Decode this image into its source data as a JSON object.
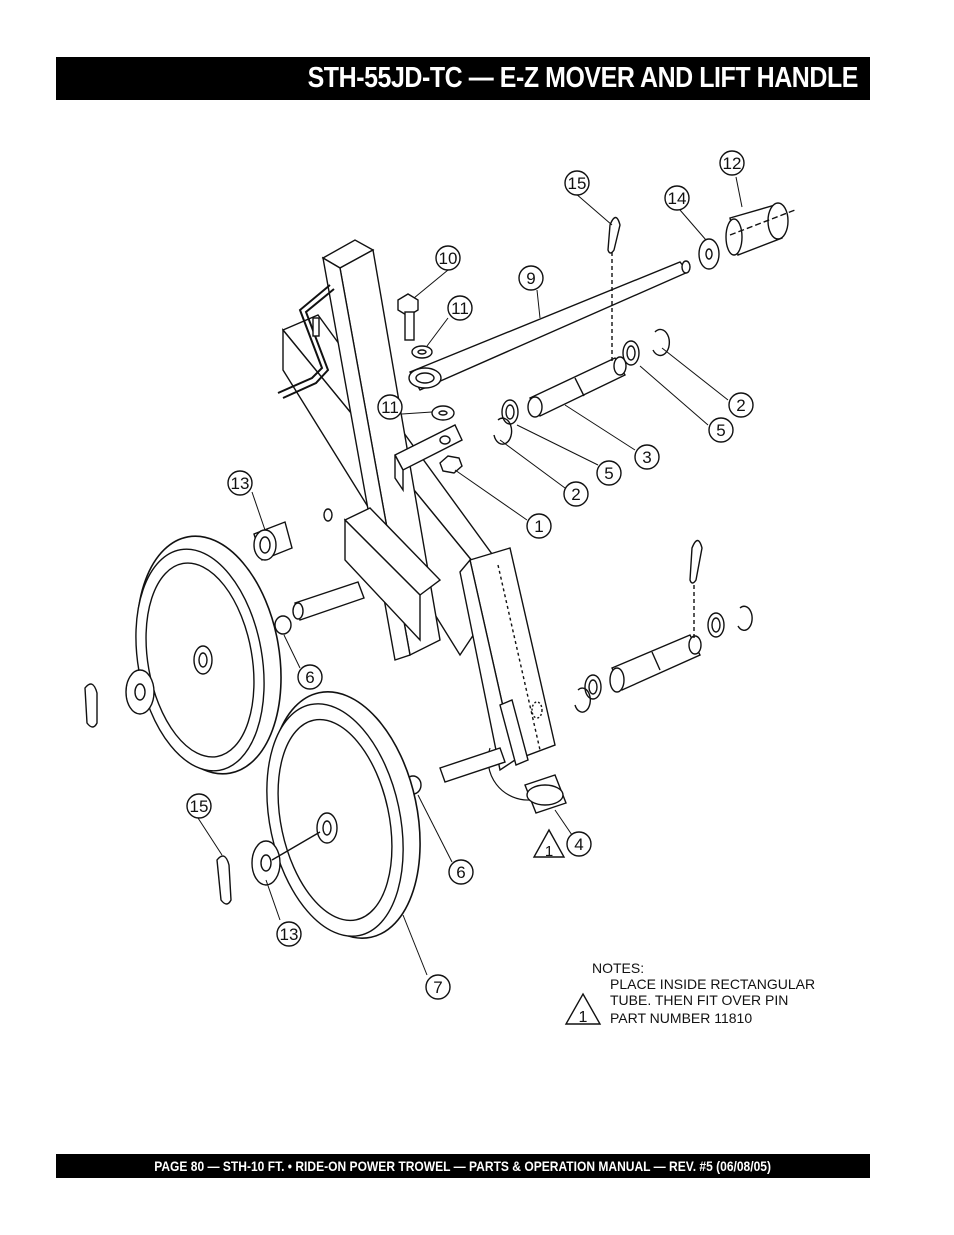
{
  "header": {
    "title": "STH-55JD-TC — E-Z MOVER AND LIFT HANDLE"
  },
  "footer": {
    "text": "PAGE 80 — STH-10 FT. • RIDE-ON POWER TROWEL — PARTS & OPERATION MANUAL — REV. #5 (06/08/05)"
  },
  "callouts": {
    "c1": "1",
    "c2a": "2",
    "c2b": "2",
    "c3": "3",
    "c4": "4",
    "c5a": "5",
    "c5b": "5",
    "c6a": "6",
    "c6b": "6",
    "c7": "7",
    "c9": "9",
    "c10": "10",
    "c11a": "11",
    "c11b": "11",
    "c12": "12",
    "c13a": "13",
    "c13b": "13",
    "c14": "14",
    "c15a": "15",
    "c15b": "15"
  },
  "note_symbol": "1",
  "notes": {
    "heading": "NOTES:",
    "line1": "PLACE INSIDE RECTANGULAR",
    "line2": "TUBE. THEN FIT OVER PIN",
    "line3": "PART NUMBER 11810",
    "symbol": "1"
  }
}
